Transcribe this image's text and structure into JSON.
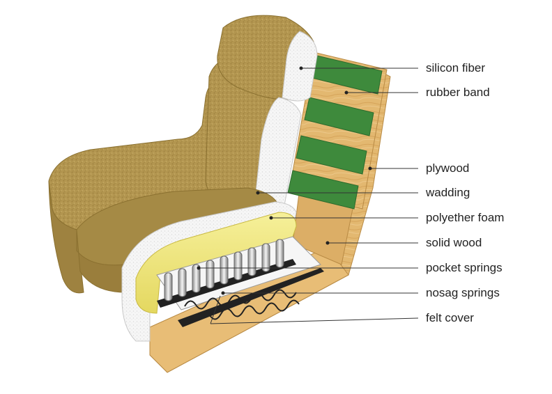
{
  "labels": {
    "silicon_fiber": "silicon fiber",
    "rubber_band": "rubber band",
    "plywood": "plywood",
    "wadding": "wadding",
    "polyether_foam": "polyether foam",
    "solid_wood": "solid wood",
    "pocket_springs": "pocket springs",
    "nosag_springs": "nosag springs",
    "felt_cover": "felt cover"
  },
  "colors": {
    "fabric": "#b39650",
    "wood": "#e3b870",
    "rubber_band": "#3e8a3c",
    "foam": "#f0ea80",
    "wadding": "#f4f4f4",
    "leader_line": "#333333"
  }
}
